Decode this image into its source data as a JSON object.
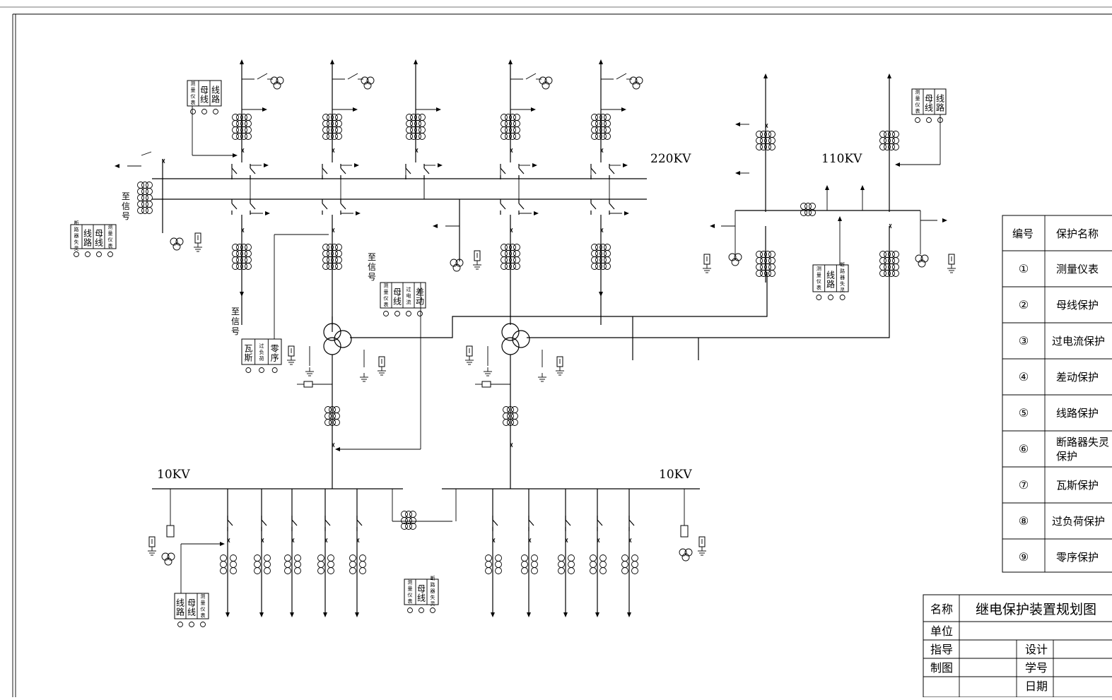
{
  "bus_labels": {
    "kv220": "220KV",
    "kv110": "110KV",
    "kv10_left": "10KV",
    "kv10_right": "10KV"
  },
  "signal_text": "至信号",
  "relay_labels": {
    "measure": "测量仪表",
    "busbar": "母线",
    "line": "线路",
    "breaker_fail": "断路器失灵",
    "gas": "瓦斯",
    "overload": "过负荷",
    "zero_seq": "零序",
    "overcurrent": "过电流",
    "diff": "差动"
  },
  "protection_table": {
    "header": {
      "no": "编号",
      "name": "保护名称"
    },
    "rows": [
      {
        "no": "①",
        "name": "测量仪表"
      },
      {
        "no": "②",
        "name": "母线保护"
      },
      {
        "no": "③",
        "name": "过电流保护"
      },
      {
        "no": "④",
        "name": "差动保护"
      },
      {
        "no": "⑤",
        "name": "线路保护"
      },
      {
        "no": "⑥",
        "name": "断路器失灵保护"
      },
      {
        "no": "⑦",
        "name": "瓦斯保护"
      },
      {
        "no": "⑧",
        "name": "过负荷保护"
      },
      {
        "no": "⑨",
        "name": "零序保护"
      }
    ]
  },
  "title_block": {
    "name_label": "名称",
    "name_value": "继电保护装置规划图",
    "unit_label": "单位",
    "guide_label": "指导",
    "draw_label": "制图",
    "design_label": "设计",
    "student_no_label": "学号",
    "date_label": "日期"
  }
}
